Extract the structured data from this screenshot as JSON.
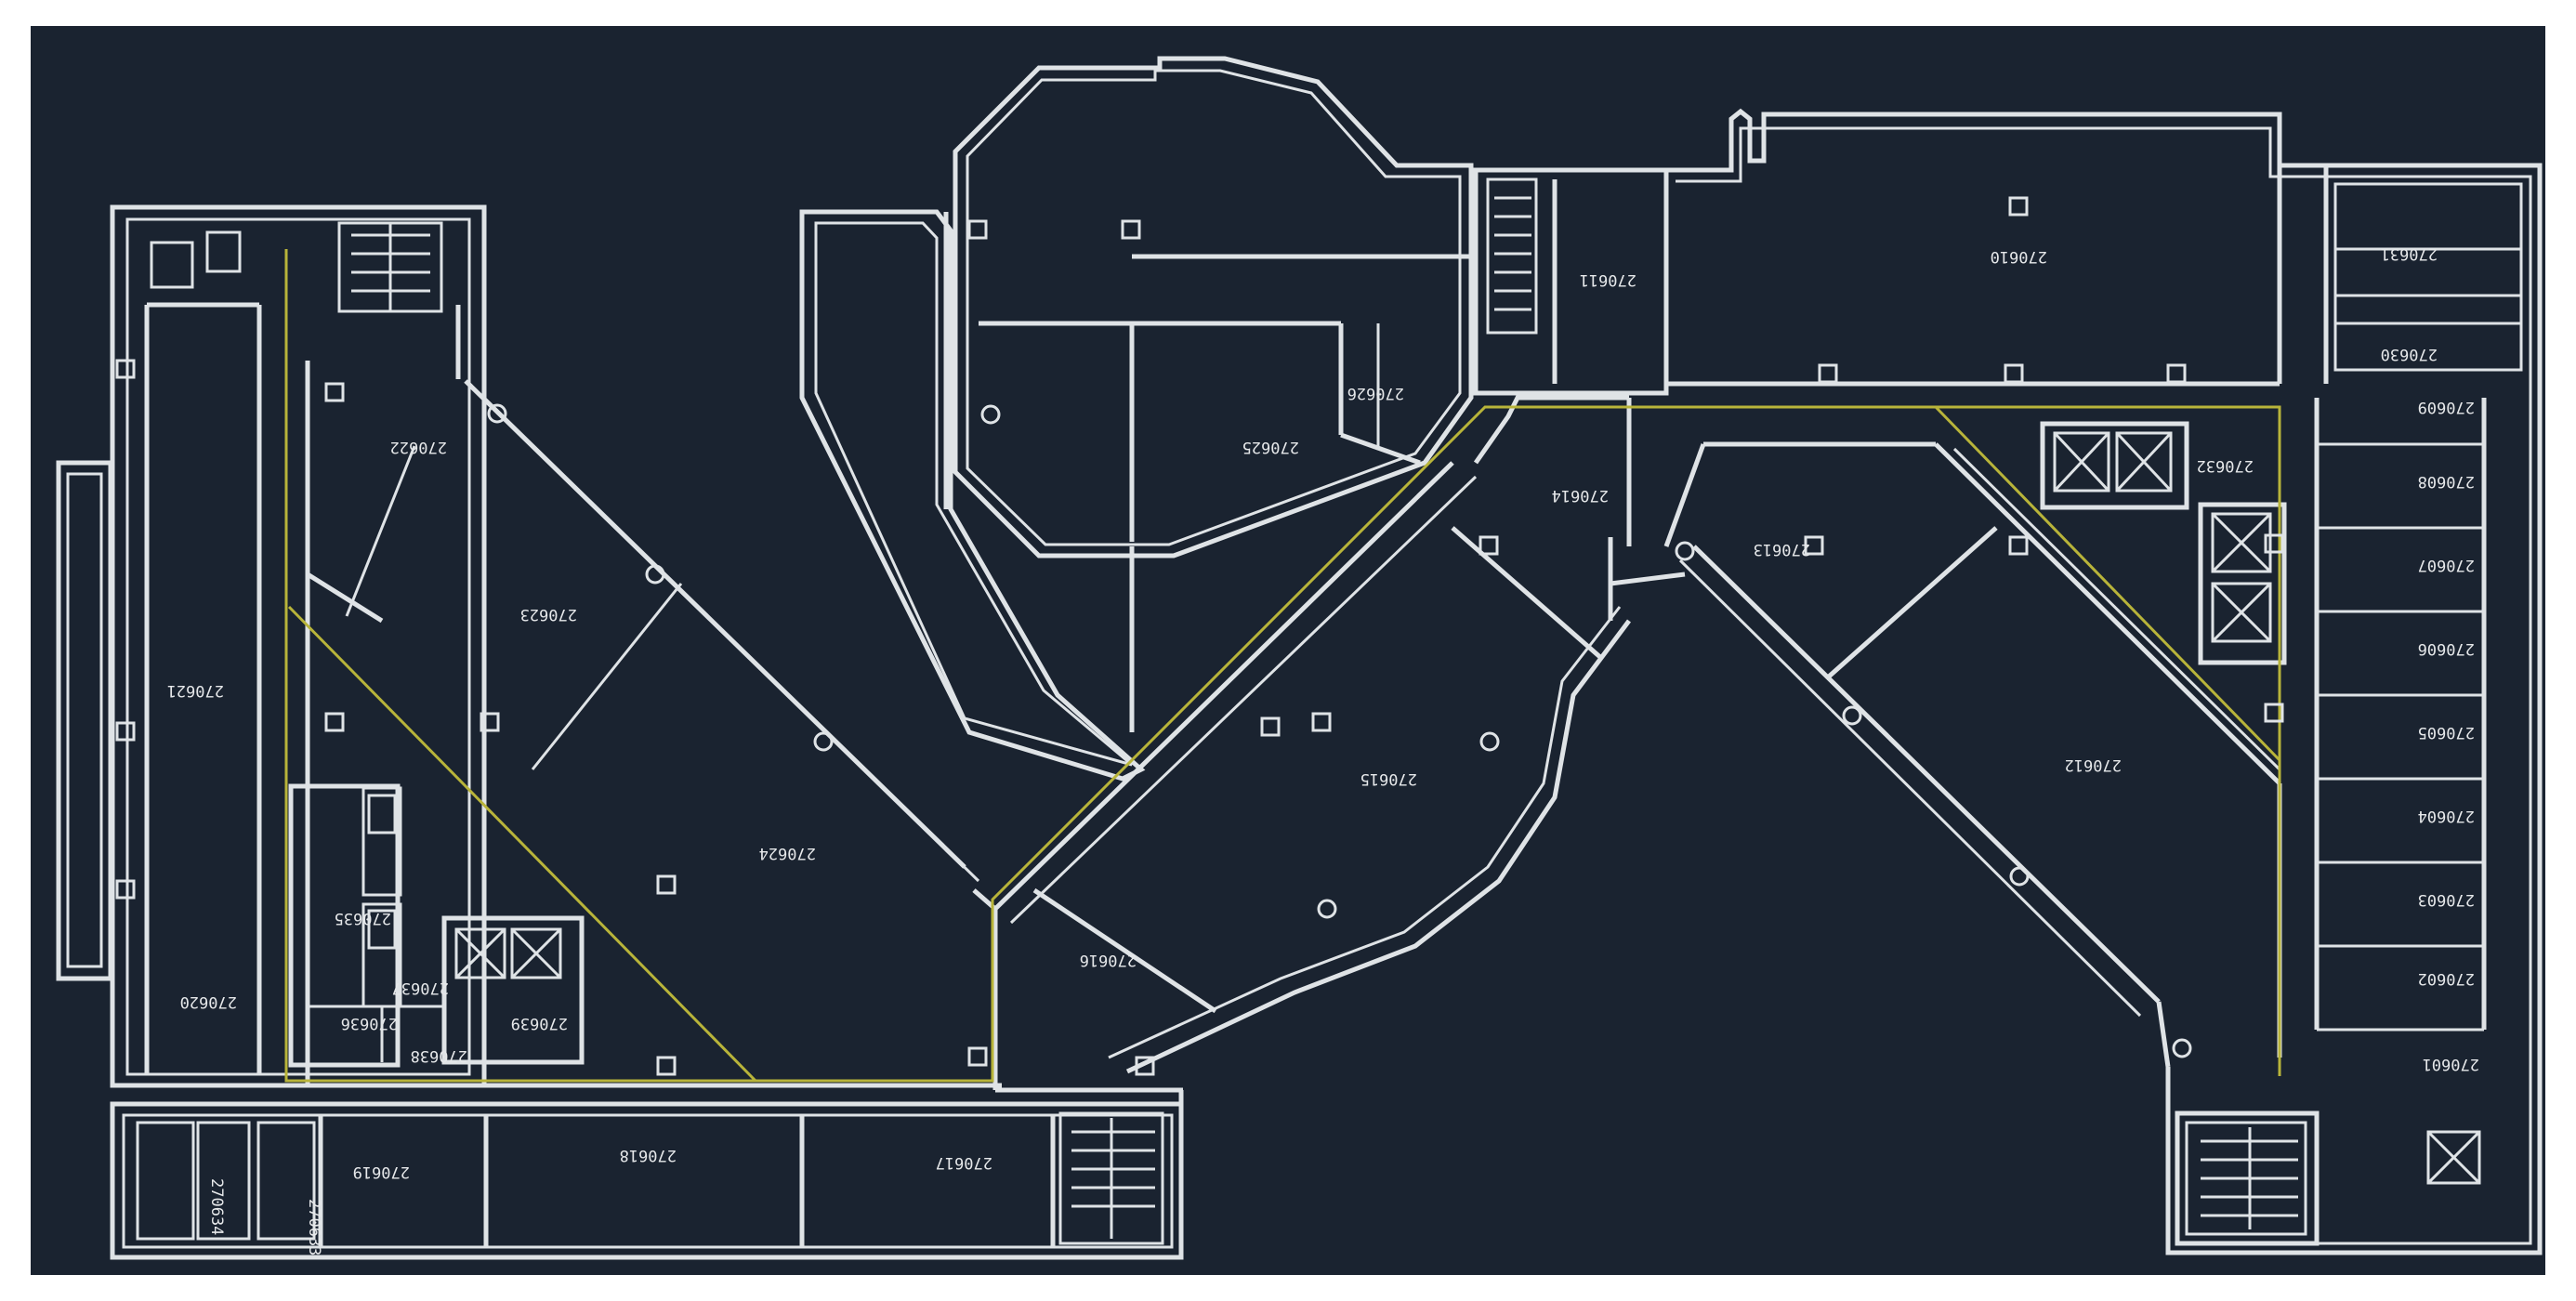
{
  "plan": {
    "rooms": [
      {
        "id": "r610",
        "label": "270610"
      },
      {
        "id": "r611",
        "label": "270611"
      },
      {
        "id": "r612",
        "label": "270612"
      },
      {
        "id": "r613",
        "label": "270613"
      },
      {
        "id": "r614",
        "label": "270614"
      },
      {
        "id": "r615",
        "label": "270615"
      },
      {
        "id": "r616",
        "label": "270616"
      },
      {
        "id": "r617",
        "label": "270617"
      },
      {
        "id": "r618",
        "label": "270618"
      },
      {
        "id": "r619",
        "label": "270619"
      },
      {
        "id": "r620",
        "label": "270620"
      },
      {
        "id": "r621",
        "label": "270621"
      },
      {
        "id": "r622",
        "label": "270622"
      },
      {
        "id": "r623",
        "label": "270623"
      },
      {
        "id": "r624",
        "label": "270624"
      },
      {
        "id": "r625",
        "label": "270625"
      },
      {
        "id": "r626",
        "label": "270626"
      },
      {
        "id": "r630",
        "label": "270630"
      },
      {
        "id": "r631",
        "label": "270631"
      },
      {
        "id": "r632",
        "label": "270632"
      },
      {
        "id": "r633",
        "label": "270633"
      },
      {
        "id": "r634",
        "label": "270634"
      },
      {
        "id": "r635",
        "label": "270635"
      },
      {
        "id": "r636",
        "label": "270636"
      },
      {
        "id": "r637",
        "label": "270637"
      },
      {
        "id": "r638",
        "label": "270638"
      },
      {
        "id": "r639",
        "label": "270639"
      },
      {
        "id": "r601",
        "label": "270601"
      },
      {
        "id": "r602",
        "label": "270602"
      },
      {
        "id": "r603",
        "label": "270603"
      },
      {
        "id": "r604",
        "label": "270604"
      },
      {
        "id": "r605",
        "label": "270605"
      },
      {
        "id": "r606",
        "label": "270606"
      },
      {
        "id": "r607",
        "label": "270607"
      },
      {
        "id": "r608",
        "label": "270608"
      },
      {
        "id": "r609",
        "label": "270609"
      }
    ],
    "colors": {
      "background": "#1a2330",
      "walls": "#dfe3e6",
      "corridor": "#b8b43a"
    }
  }
}
